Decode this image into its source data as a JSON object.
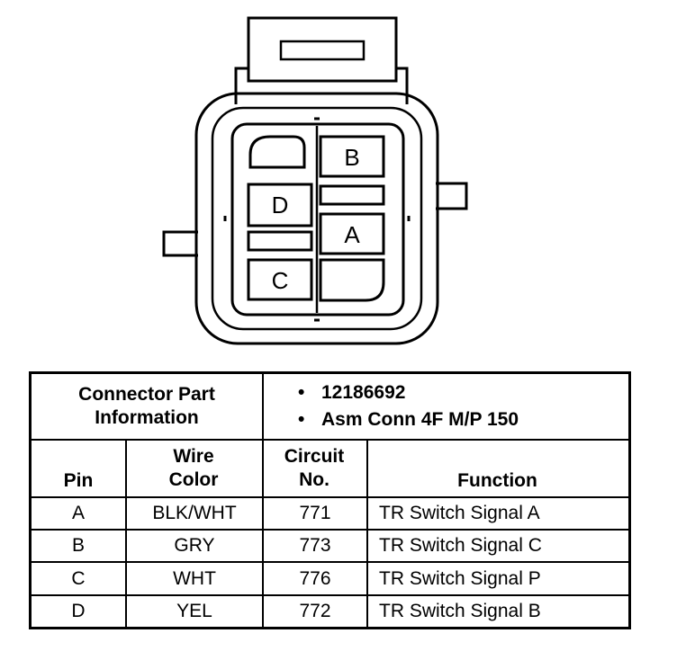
{
  "connector": {
    "pins": {
      "A": "A",
      "B": "B",
      "C": "C",
      "D": "D"
    }
  },
  "part_info": {
    "header_line1": "Connector Part",
    "header_line2": "Information",
    "items": [
      "12186692",
      "Asm Conn 4F M/P 150"
    ]
  },
  "columns": {
    "pin": "Pin",
    "wire_color_line1": "Wire",
    "wire_color_line2": "Color",
    "circuit_line1": "Circuit",
    "circuit_line2": "No.",
    "function": "Function"
  },
  "rows": [
    {
      "pin": "A",
      "color": "BLK/WHT",
      "circuit": "771",
      "function": "TR Switch Signal A"
    },
    {
      "pin": "B",
      "color": "GRY",
      "circuit": "773",
      "function": "TR Switch Signal C"
    },
    {
      "pin": "C",
      "color": "WHT",
      "circuit": "776",
      "function": "TR Switch Signal P"
    },
    {
      "pin": "D",
      "color": "YEL",
      "circuit": "772",
      "function": "TR Switch Signal B"
    }
  ]
}
